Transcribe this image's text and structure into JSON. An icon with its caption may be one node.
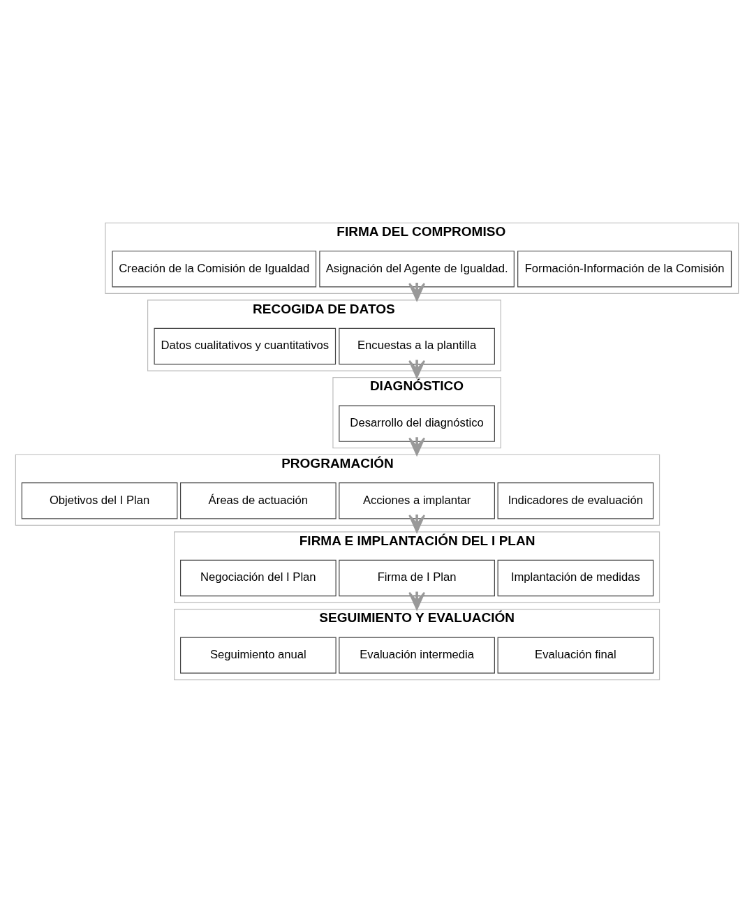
{
  "diagram": {
    "nodes": [
      {
        "text": [
          "FIRMA DEL COMPROMISO"
        ]
      },
      {
        "text": [
          "Creación de la Comisión de Igualdad"
        ],
        "in": 0
      },
      {
        "text": [
          "Asignación del Agente de Igualdad."
        ],
        "in": 0
      },
      {
        "text": [
          "Formación-Información de la Comisión"
        ],
        "in": 0
      },
      {
        "text": [
          "RECOGIDA DE DATOS"
        ]
      },
      {
        "text": [
          "Datos cualitativos y cuantitativos"
        ],
        "in": 4
      },
      {
        "text": [
          "Encuestas a la plantilla"
        ],
        "in": 4
      },
      {
        "text": [
          "DIAGNÓSTICO"
        ]
      },
      {
        "text": [
          "Desarrollo del diagnóstico"
        ],
        "in": 7
      },
      {
        "text": [
          "PROGRAMACIÓN"
        ]
      },
      {
        "text": [
          "Objetivos del I Plan"
        ],
        "in": 9
      },
      {
        "text": [
          "Áreas de actuación"
        ],
        "in": 9
      },
      {
        "text": [
          "Acciones a implantar"
        ],
        "in": 9
      },
      {
        "text": [
          "Indicadores de evaluación"
        ],
        "in": 9
      },
      {
        "text": [
          "FIRMA E IMPLANTACIÓN DEL I PLAN"
        ]
      },
      {
        "text": [
          "Negociación del I Plan"
        ],
        "in": 14
      },
      {
        "text": [
          "Firma de I Plan"
        ],
        "in": 14
      },
      {
        "text": [
          "Implantación de medidas"
        ],
        "in": 14
      },
      {
        "text": [
          "SEGUIMIENTO Y EVALUACIÓN"
        ]
      },
      {
        "text": [
          "Seguimiento anual"
        ],
        "in": 18
      },
      {
        "text": [
          "Evaluación intermedia"
        ],
        "in": 18
      },
      {
        "text": [
          "Evaluación final"
        ],
        "in": 18
      }
    ],
    "edges": [
      {
        "from": 0,
        "to": 4,
        "arrow": "to"
      },
      {
        "from": 4,
        "to": 7,
        "arrow": "to"
      },
      {
        "from": 7,
        "to": 9,
        "arrow": "to"
      },
      {
        "from": 9,
        "to": 14,
        "arrow": "to"
      },
      {
        "from": 14,
        "to": 18,
        "arrow": "to"
      }
    ]
  }
}
